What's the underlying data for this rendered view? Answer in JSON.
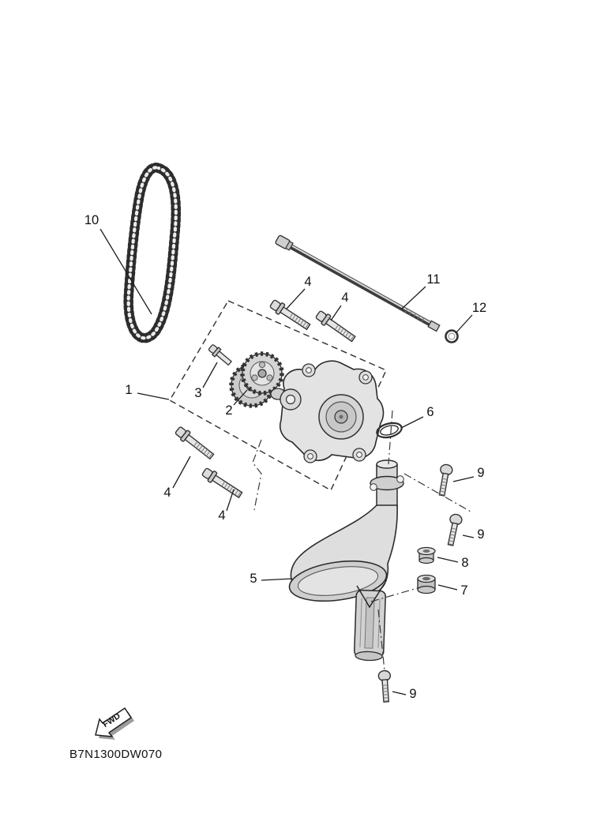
{
  "diagram": {
    "code": "B7N1300DW070",
    "fwd_label": "FWD",
    "callouts": [
      {
        "label": "10"
      },
      {
        "label": "4"
      },
      {
        "label": "4"
      },
      {
        "label": "11"
      },
      {
        "label": "12"
      },
      {
        "label": "1"
      },
      {
        "label": "3"
      },
      {
        "label": "2"
      },
      {
        "label": "6"
      },
      {
        "label": "4"
      },
      {
        "label": "4"
      },
      {
        "label": "9"
      },
      {
        "label": "9"
      },
      {
        "label": "8"
      },
      {
        "label": "7"
      },
      {
        "label": "5"
      },
      {
        "label": "9"
      }
    ]
  }
}
